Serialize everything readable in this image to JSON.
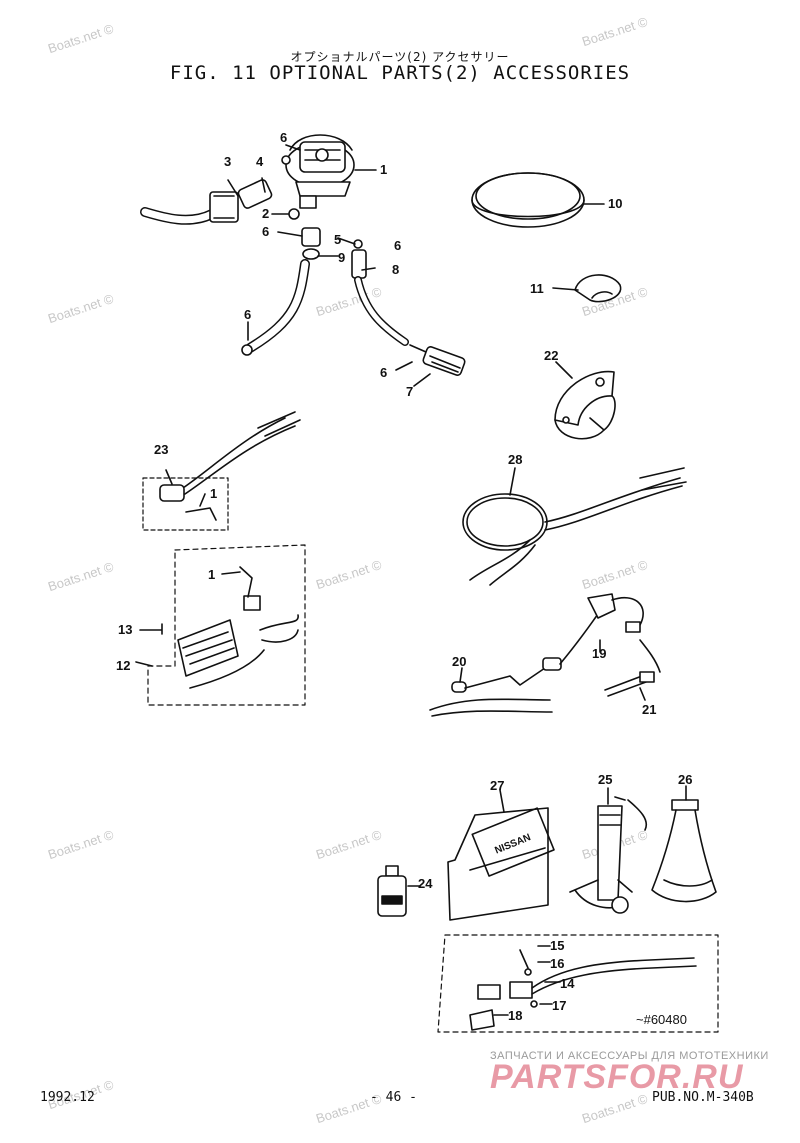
{
  "header": {
    "title_jp": "オプショナルパーツ(2) アクセサリー",
    "title_main": "FIG. 11    OPTIONAL PARTS(2) ACCESSORIES"
  },
  "watermark": "Boats.net ©",
  "callouts": {
    "c1": "1",
    "c2": "2",
    "c3": "3",
    "c4": "4",
    "c5": "5",
    "c6a": "6",
    "c6b": "6",
    "c6c": "6",
    "c6d": "6",
    "c6e": "6",
    "c7": "7",
    "c8": "8",
    "c9": "9",
    "c10": "10",
    "c11": "11",
    "c22": "22",
    "c23": "23",
    "c1b": "1",
    "c28": "28",
    "c1c": "1",
    "c13": "13",
    "c12": "12",
    "c19": "19",
    "c20": "20",
    "c21": "21",
    "c27": "27",
    "c25": "25",
    "c26": "26",
    "c24": "24",
    "c15": "15",
    "c16": "16",
    "c14": "14",
    "c17": "17",
    "c18": "18"
  },
  "serial_note": "~#60480",
  "tank_label": "NISSAN",
  "footer": {
    "date": "1992.12",
    "page": "- 46 -",
    "pub": "PUB.NO.M-340B"
  },
  "brand": {
    "tagline": "ЗАПЧАСТИ И АКСЕССУАРЫ ДЛЯ МОТОТЕХНИКИ",
    "name": "PARTSFOR.RU"
  }
}
